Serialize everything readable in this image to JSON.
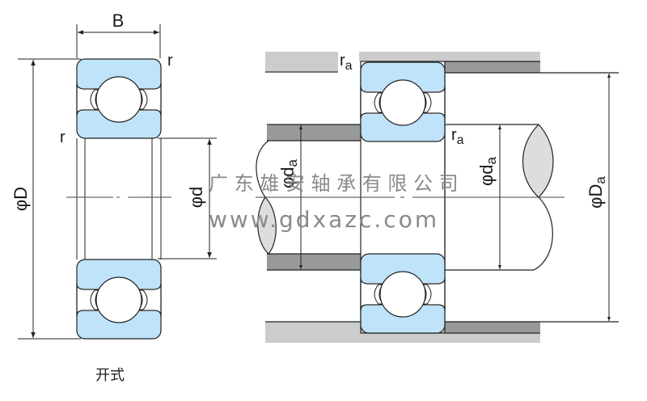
{
  "diagram": {
    "title": "Deep groove ball bearing dimensions and mounting",
    "left_view": {
      "caption": "开式",
      "labels": {
        "width": "B",
        "outer_diameter": "φD",
        "bore_diameter": "φd",
        "chamfer_top": "r",
        "chamfer_left": "r"
      }
    },
    "right_view": {
      "labels": {
        "fillet_top": "r",
        "fillet_top_sub": "a",
        "fillet_mid": "r",
        "fillet_mid_sub": "a",
        "shaft_shoulder_left": "φd",
        "shaft_shoulder_left_sub": "a",
        "shaft_shoulder_right": "φd",
        "shaft_shoulder_right_sub": "a",
        "housing_shoulder": "φD",
        "housing_shoulder_sub": "a"
      }
    },
    "watermark": {
      "company": "广 东 雄 安 轴 承 有 限 公 司",
      "website": "www.gdxazc.com"
    },
    "colors": {
      "ring_fill": "#bfe3f8",
      "housing_light": "#cccccc",
      "housing_dark": "#999999",
      "shaft_section": "#dddddd",
      "line": "#222222",
      "watermark": "#8a8a8a"
    }
  }
}
